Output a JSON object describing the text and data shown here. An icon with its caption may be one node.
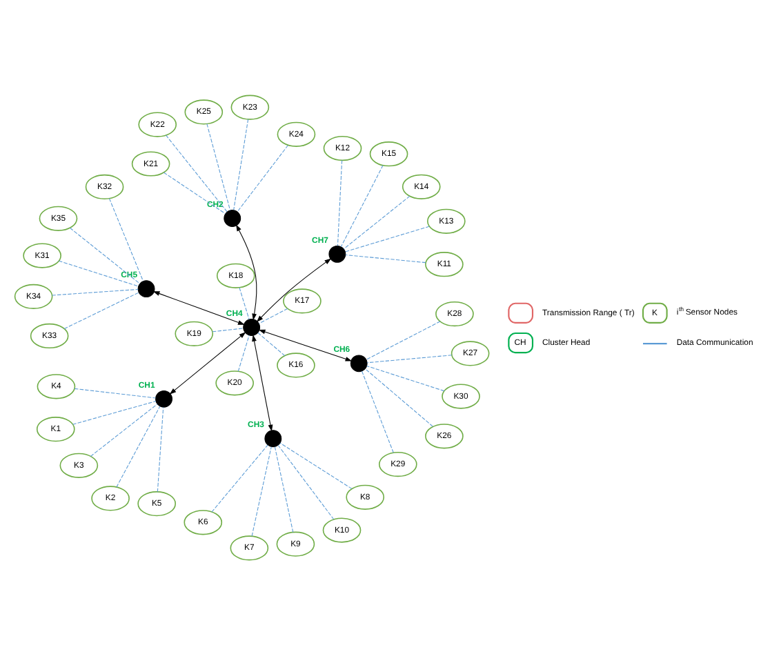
{
  "diagram": {
    "nodes": [
      {
        "text": [
          "K1"
        ]
      },
      {
        "text": [
          "K2"
        ]
      },
      {
        "text": [
          "K3"
        ]
      },
      {
        "text": [
          "K4"
        ]
      },
      {
        "text": [
          "K5"
        ]
      },
      {
        "text": [
          "K6"
        ]
      },
      {
        "text": [
          "K7"
        ]
      },
      {
        "text": [
          "K8"
        ]
      },
      {
        "text": [
          "K9"
        ]
      },
      {
        "text": [
          "K10"
        ]
      },
      {
        "text": [
          "K11"
        ]
      },
      {
        "text": [
          "K12"
        ]
      },
      {
        "text": [
          "K13"
        ]
      },
      {
        "text": [
          "K14"
        ]
      },
      {
        "text": [
          "K15"
        ]
      },
      {
        "text": [
          "K16"
        ]
      },
      {
        "text": [
          "K17"
        ]
      },
      {
        "text": [
          "K18"
        ]
      },
      {
        "text": [
          "K19"
        ]
      },
      {
        "text": [
          "K20"
        ]
      },
      {
        "text": [
          "K21"
        ]
      },
      {
        "text": [
          "K22"
        ]
      },
      {
        "text": [
          "K23"
        ]
      },
      {
        "text": [
          "K24"
        ]
      },
      {
        "text": [
          "K25"
        ]
      },
      {
        "text": [
          "K26"
        ]
      },
      {
        "text": [
          "K27"
        ]
      },
      {
        "text": [
          "K28"
        ]
      },
      {
        "text": [
          "K29"
        ]
      },
      {
        "text": [
          "K30"
        ]
      },
      {
        "text": [
          "K31"
        ]
      },
      {
        "text": [
          "K32"
        ]
      },
      {
        "text": [
          "K33"
        ]
      },
      {
        "text": [
          "K34"
        ]
      },
      {
        "text": [
          "K35"
        ]
      },
      {
        "text": [],
        "shape": "circle",
        "beside": [
          "CH1"
        ]
      },
      {
        "text": [],
        "shape": "circle",
        "beside": [
          "CH2"
        ]
      },
      {
        "text": [],
        "shape": "circle",
        "beside": [
          "CH3"
        ]
      },
      {
        "text": [],
        "shape": "circle",
        "beside": [
          "CH4"
        ]
      },
      {
        "text": [],
        "shape": "circle",
        "beside": [
          "CH5"
        ]
      },
      {
        "text": [],
        "shape": "circle",
        "beside": [
          "CH6"
        ]
      },
      {
        "text": [],
        "shape": "circle",
        "beside": [
          "CH7"
        ]
      }
    ],
    "edges": [
      {
        "from": 38,
        "to": 35,
        "arrow": "both",
        "color": "#000000"
      },
      {
        "from": 38,
        "to": 36,
        "arrow": "both",
        "color": "#000000"
      },
      {
        "from": 38,
        "to": 37,
        "arrow": "both",
        "color": "#000000"
      },
      {
        "from": 38,
        "to": 39,
        "arrow": "both",
        "color": "#000000"
      },
      {
        "from": 38,
        "to": 40,
        "arrow": "both",
        "color": "#000000"
      },
      {
        "from": 38,
        "to": 41,
        "arrow": "both",
        "color": "#000000"
      },
      {
        "from": 0,
        "to": 35,
        "arrow": "none",
        "style": "dashed"
      },
      {
        "from": 1,
        "to": 35,
        "arrow": "none",
        "style": "dashed"
      },
      {
        "from": 2,
        "to": 35,
        "arrow": "none",
        "style": "dashed"
      },
      {
        "from": 3,
        "to": 35,
        "arrow": "none",
        "style": "dashed"
      },
      {
        "from": 4,
        "to": 35,
        "arrow": "none",
        "style": "dashed"
      },
      {
        "from": 5,
        "to": 37,
        "arrow": "none",
        "style": "dashed"
      },
      {
        "from": 6,
        "to": 37,
        "arrow": "none",
        "style": "dashed"
      },
      {
        "from": 7,
        "to": 37,
        "arrow": "none",
        "style": "dashed"
      },
      {
        "from": 8,
        "to": 37,
        "arrow": "none",
        "style": "dashed"
      },
      {
        "from": 9,
        "to": 37,
        "arrow": "none",
        "style": "dashed"
      },
      {
        "from": 10,
        "to": 41,
        "arrow": "none",
        "style": "dashed"
      },
      {
        "from": 11,
        "to": 41,
        "arrow": "none",
        "style": "dashed"
      },
      {
        "from": 12,
        "to": 41,
        "arrow": "none",
        "style": "dashed"
      },
      {
        "from": 13,
        "to": 41,
        "arrow": "none",
        "style": "dashed"
      },
      {
        "from": 14,
        "to": 41,
        "arrow": "none",
        "style": "dashed"
      },
      {
        "from": 15,
        "to": 38,
        "arrow": "none",
        "style": "dashed"
      },
      {
        "from": 16,
        "to": 38,
        "arrow": "none",
        "style": "dashed"
      },
      {
        "from": 17,
        "to": 38,
        "arrow": "none",
        "style": "dashed"
      },
      {
        "from": 18,
        "to": 38,
        "arrow": "none",
        "style": "dashed"
      },
      {
        "from": 19,
        "to": 38,
        "arrow": "none",
        "style": "dashed"
      },
      {
        "from": 20,
        "to": 36,
        "arrow": "none",
        "style": "dashed"
      },
      {
        "from": 21,
        "to": 36,
        "arrow": "none",
        "style": "dashed"
      },
      {
        "from": 22,
        "to": 36,
        "arrow": "none",
        "style": "dashed"
      },
      {
        "from": 23,
        "to": 36,
        "arrow": "none",
        "style": "dashed"
      },
      {
        "from": 24,
        "to": 36,
        "arrow": "none",
        "style": "dashed"
      },
      {
        "from": 25,
        "to": 40,
        "arrow": "none",
        "style": "dashed"
      },
      {
        "from": 26,
        "to": 40,
        "arrow": "none",
        "style": "dashed"
      },
      {
        "from": 27,
        "to": 40,
        "arrow": "none",
        "style": "dashed"
      },
      {
        "from": 28,
        "to": 40,
        "arrow": "none",
        "style": "dashed"
      },
      {
        "from": 29,
        "to": 40,
        "arrow": "none",
        "style": "dashed"
      },
      {
        "from": 30,
        "to": 39,
        "arrow": "none",
        "style": "dashed"
      },
      {
        "from": 31,
        "to": 39,
        "arrow": "none",
        "style": "dashed"
      },
      {
        "from": 32,
        "to": 39,
        "arrow": "none",
        "style": "dashed"
      },
      {
        "from": 33,
        "to": 39,
        "arrow": "none",
        "style": "dashed"
      },
      {
        "from": 34,
        "to": 39,
        "arrow": "none",
        "style": "dashed"
      }
    ],
    "labels": [
      "K",
      "CH"
    ],
    "legend": [
      {
        "text": "Transmission Range ( Tr)"
      },
      {
        "text": "i$^{th}$ Sensor Nodes"
      },
      {
        "text": "Cluster Head"
      },
      {
        "text": "Data Communication"
      }
    ]
  }
}
